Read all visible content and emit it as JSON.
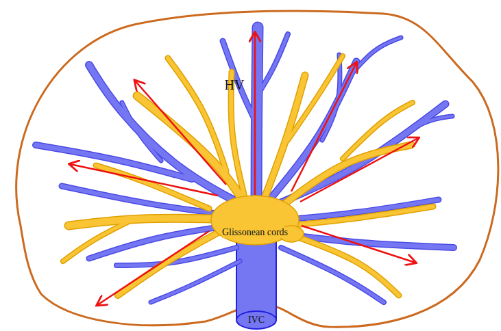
{
  "diagram": {
    "nodes": [
      {
        "text": [
          "IVC"
        ]
      }
    ],
    "labels": [
      "HV",
      "Glissonean cords"
    ]
  }
}
